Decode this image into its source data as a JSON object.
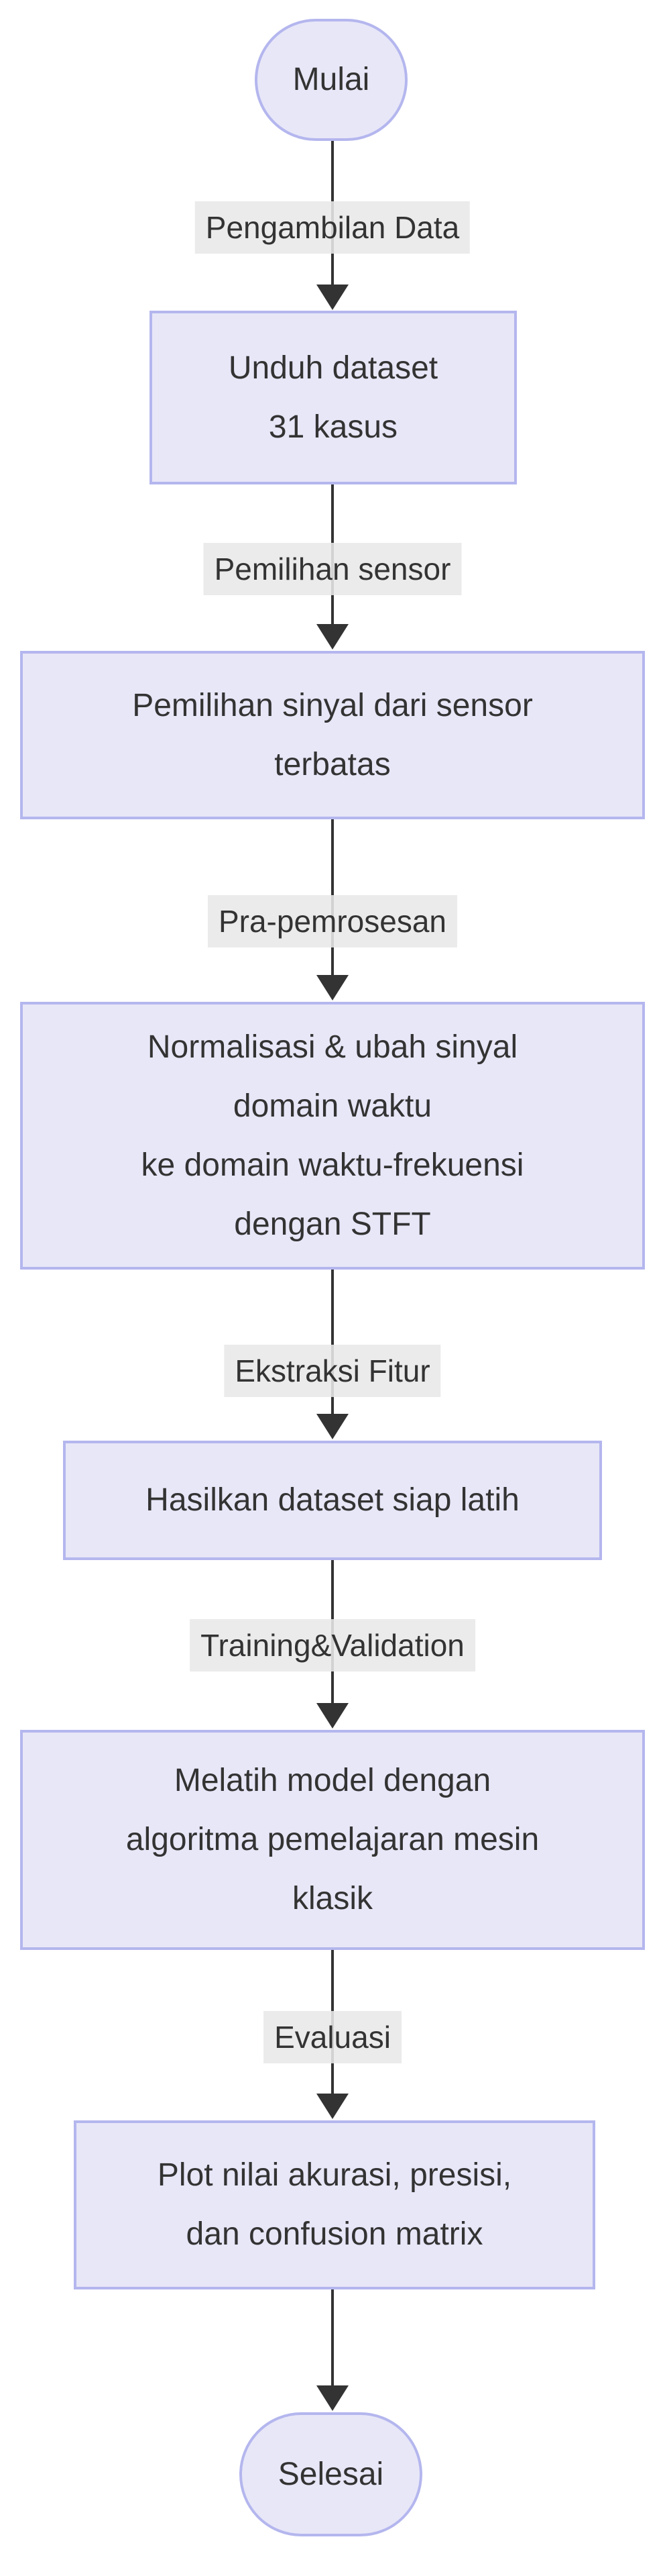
{
  "flowchart": {
    "start_label": "Mulai",
    "end_label": "Selesai",
    "edge_labels": [
      "Pengambilan Data",
      "Pemilihan sensor",
      "Pra-pemrosesan",
      "Ekstraksi Fitur",
      "Training&Validation",
      "Evaluasi"
    ],
    "steps": [
      {
        "label": "Unduh dataset\n31 kasus"
      },
      {
        "label": "Pemilihan sinyal dari sensor\nterbatas"
      },
      {
        "label": "Normalisasi & ubah sinyal\ndomain waktu\nke domain waktu-frekuensi\ndengan STFT"
      },
      {
        "label": "Hasilkan dataset siap latih"
      },
      {
        "label": "Melatih model dengan\nalgoritma pemelajaran mesin\nklasik"
      },
      {
        "label": "Plot nilai akurasi, presisi,\ndan confusion matrix"
      }
    ],
    "colors": {
      "node_fill": "#e8e7f8",
      "node_border": "#b4b6ee",
      "text": "#333333",
      "edge_label_bg": "#e8e8e8",
      "arrow": "#333333",
      "background": "#ffffff"
    }
  }
}
